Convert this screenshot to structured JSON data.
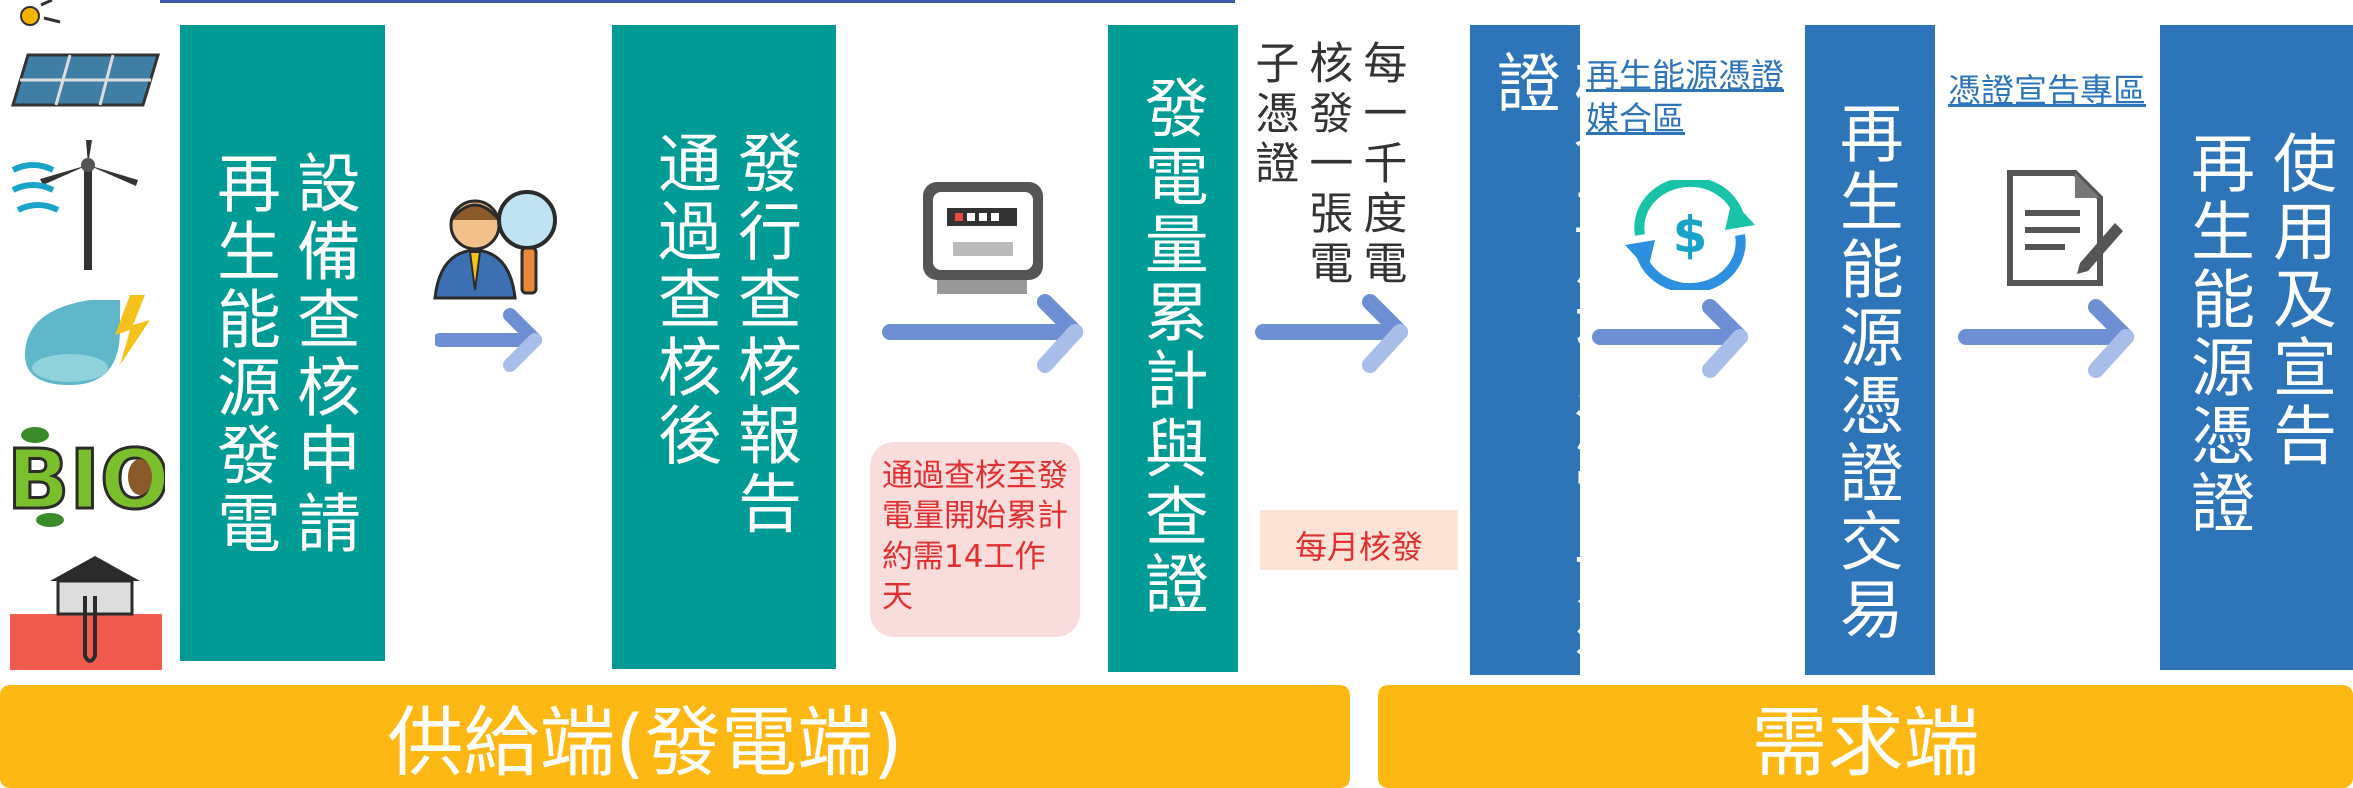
{
  "colors": {
    "teal": "#009b95",
    "blue": "#2e74b9",
    "yellow": "#fdb813",
    "arrow": "#6f8fd4",
    "red": "#e23030"
  },
  "energy_icons": [
    "solar-panel-icon",
    "wind-turbine-icon",
    "hydro-drop-icon",
    "bio-icon",
    "geothermal-icon"
  ],
  "step1": {
    "col1": "再生能源發電",
    "col2": "設備查核申請"
  },
  "step2": {
    "col1": "通過查核後",
    "col2": "發行查核報告"
  },
  "step3": {
    "text": "發電量累計與查證"
  },
  "note_monthly": {
    "col1": "子憑證",
    "col2": "核發一張電",
    "col3": "每一千度電"
  },
  "callout_review": "通過查核至發電量開始累計約需14工作天",
  "callout_monthly": "每月核發",
  "step4": {
    "text": "核發再生能源電子憑證"
  },
  "link_match": {
    "line1": "再生能源憑證",
    "line2": "媒合區"
  },
  "step5": {
    "text": "再生能源憑證交易"
  },
  "link_declare": "憑證宣告專區",
  "step6": {
    "col1": "再生能源憑證",
    "col2": "使用及宣告"
  },
  "supply_label": "供給端(發電端)",
  "demand_label": "需求端"
}
